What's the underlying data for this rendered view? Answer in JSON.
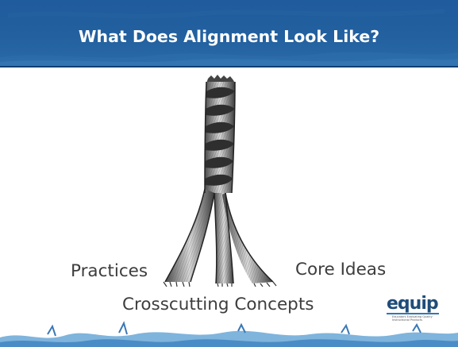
{
  "slide": {
    "title": "What Does Alignment Look Like?",
    "labels": {
      "practices": "Practices",
      "core_ideas": "Core Ideas",
      "crosscutting": "Crosscutting Concepts"
    },
    "logo": {
      "word": "equip",
      "tagline": "Educators Evaluating Quality Instructional Products"
    }
  },
  "colors": {
    "header_blue": "#22609f",
    "title_text": "#ffffff",
    "label_text": "#3d3d3d",
    "logo_blue": "#1f4d7a"
  },
  "icons": [
    "braided-rope-illustration",
    "equip-logo",
    "wave-footer-decoration"
  ]
}
